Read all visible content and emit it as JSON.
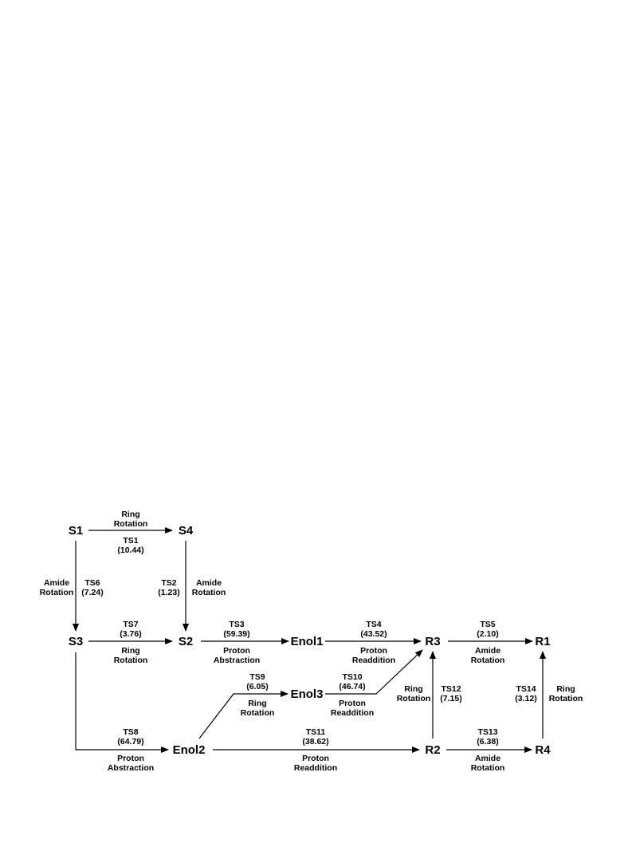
{
  "nodes": {
    "S1": "S1",
    "S4": "S4",
    "S3": "S3",
    "S2": "S2",
    "Enol1": "Enol1",
    "Enol2": "Enol2",
    "Enol3": "Enol3",
    "R3": "R3",
    "R1": "R1",
    "R2": "R2",
    "R4": "R4"
  },
  "labels": {
    "e1_mech_l1": "Ring",
    "e1_mech_l2": "Rotation",
    "e1_ts": "TS1",
    "e1_energy": "(10.44)",
    "e6_mech_l1": "Amide",
    "e6_mech_l2": "Rotation",
    "e6_ts": "TS6",
    "e6_energy": "(7.24)",
    "e2_ts": "TS2",
    "e2_energy": "(1.23)",
    "e2_mech_l1": "Amide",
    "e2_mech_l2": "Rotation",
    "e7_ts": "TS7",
    "e7_energy": "(3.76)",
    "e7_mech_l1": "Ring",
    "e7_mech_l2": "Rotation",
    "e3_ts": "TS3",
    "e3_energy": "(59.39)",
    "e3_mech_l1": "Proton",
    "e3_mech_l2": "Abstraction",
    "e4_ts": "TS4",
    "e4_energy": "(43.52)",
    "e4_mech_l1": "Proton",
    "e4_mech_l2": "Readdition",
    "e5_ts": "TS5",
    "e5_energy": "(2.10)",
    "e5_mech_l1": "Amide",
    "e5_mech_l2": "Rotation",
    "e9_ts": "TS9",
    "e9_energy": "(6.05)",
    "e9_mech_l1": "Ring",
    "e9_mech_l2": "Rotation",
    "e10_ts": "TS10",
    "e10_energy": "(46.74)",
    "e10_mech_l1": "Proton",
    "e10_mech_l2": "Readdition",
    "e12_mech_l1": "Ring",
    "e12_mech_l2": "Rotation",
    "e12_ts": "TS12",
    "e12_energy": "(7.15)",
    "e14_ts": "TS14",
    "e14_energy": "(3.12)",
    "e14_mech_l1": "Ring",
    "e14_mech_l2": "Rotation",
    "e8_ts": "TS8",
    "e8_energy": "(64.79)",
    "e8_mech_l1": "Proton",
    "e8_mech_l2": "Abstraction",
    "e11_ts": "TS11",
    "e11_energy": "(38.62)",
    "e11_mech_l1": "Proton",
    "e11_mech_l2": "Readdition",
    "e13_ts": "TS13",
    "e13_energy": "(6.38)",
    "e13_mech_l1": "Amide",
    "e13_mech_l2": "Rotation"
  },
  "edges": [
    {
      "from": "S1",
      "to": "S4",
      "ts": "TS1",
      "energy": 10.44,
      "mechanism": "Ring Rotation"
    },
    {
      "from": "S1",
      "to": "S3",
      "ts": "TS6",
      "energy": 7.24,
      "mechanism": "Amide Rotation"
    },
    {
      "from": "S4",
      "to": "S2",
      "ts": "TS2",
      "energy": 1.23,
      "mechanism": "Amide Rotation"
    },
    {
      "from": "S3",
      "to": "S2",
      "ts": "TS7",
      "energy": 3.76,
      "mechanism": "Ring Rotation"
    },
    {
      "from": "S2",
      "to": "Enol1",
      "ts": "TS3",
      "energy": 59.39,
      "mechanism": "Proton Abstraction"
    },
    {
      "from": "Enol1",
      "to": "R3",
      "ts": "TS4",
      "energy": 43.52,
      "mechanism": "Proton Readdition"
    },
    {
      "from": "R3",
      "to": "R1",
      "ts": "TS5",
      "energy": 2.1,
      "mechanism": "Amide Rotation"
    },
    {
      "from": "Enol2",
      "to": "Enol3",
      "ts": "TS9",
      "energy": 6.05,
      "mechanism": "Ring Rotation"
    },
    {
      "from": "Enol3",
      "to": "R3",
      "ts": "TS10",
      "energy": 46.74,
      "mechanism": "Proton Readdition"
    },
    {
      "from": "R2",
      "to": "R3",
      "ts": "TS12",
      "energy": 7.15,
      "mechanism": "Ring Rotation"
    },
    {
      "from": "R4",
      "to": "R1",
      "ts": "TS14",
      "energy": 3.12,
      "mechanism": "Ring Rotation"
    },
    {
      "from": "S3",
      "to": "Enol2",
      "ts": "TS8",
      "energy": 64.79,
      "mechanism": "Proton Abstraction"
    },
    {
      "from": "Enol2",
      "to": "R2",
      "ts": "TS11",
      "energy": 38.62,
      "mechanism": "Proton Readdition"
    },
    {
      "from": "R2",
      "to": "R4",
      "ts": "TS13",
      "energy": 6.38,
      "mechanism": "Amide Rotation"
    }
  ]
}
